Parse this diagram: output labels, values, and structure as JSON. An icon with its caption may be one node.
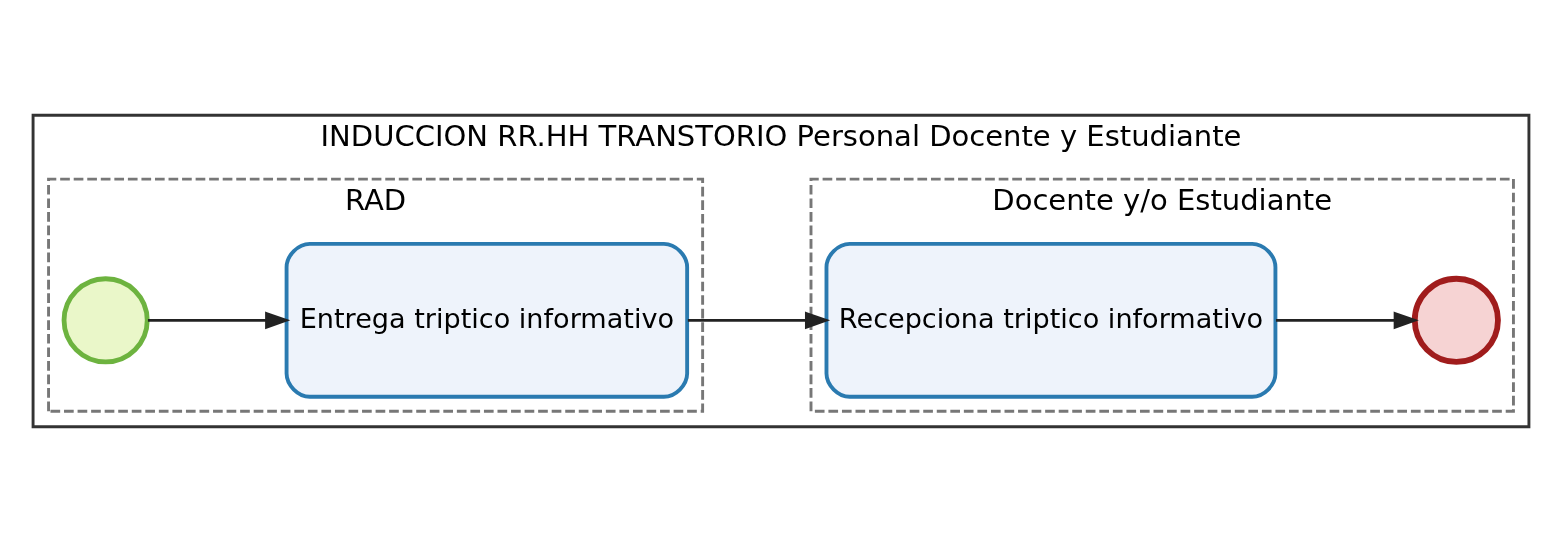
{
  "diagram": {
    "nodes": [
      {
        "text": [
          "INDUCCION RR.HH TRANSTORIO Personal Docente y Estudiante"
        ]
      },
      {
        "text": [
          "RAD"
        ],
        "in": 0
      },
      {
        "text": [
          "Docente y/o Estudiante"
        ],
        "in": 0
      },
      {
        "text": [],
        "shape": "circle",
        "in": 1
      },
      {
        "text": [
          "Entrega triptico informativo"
        ],
        "in": 1
      },
      {
        "text": [
          "Recepciona triptico informativo"
        ],
        "in": 2
      },
      {
        "text": [],
        "shape": "circle",
        "in": 2
      }
    ],
    "edges": [
      {
        "from": 3,
        "to": 4,
        "arrow": "to"
      },
      {
        "from": 4,
        "to": 5,
        "arrow": "to"
      },
      {
        "from": 5,
        "to": 6,
        "arrow": "to"
      }
    ]
  }
}
